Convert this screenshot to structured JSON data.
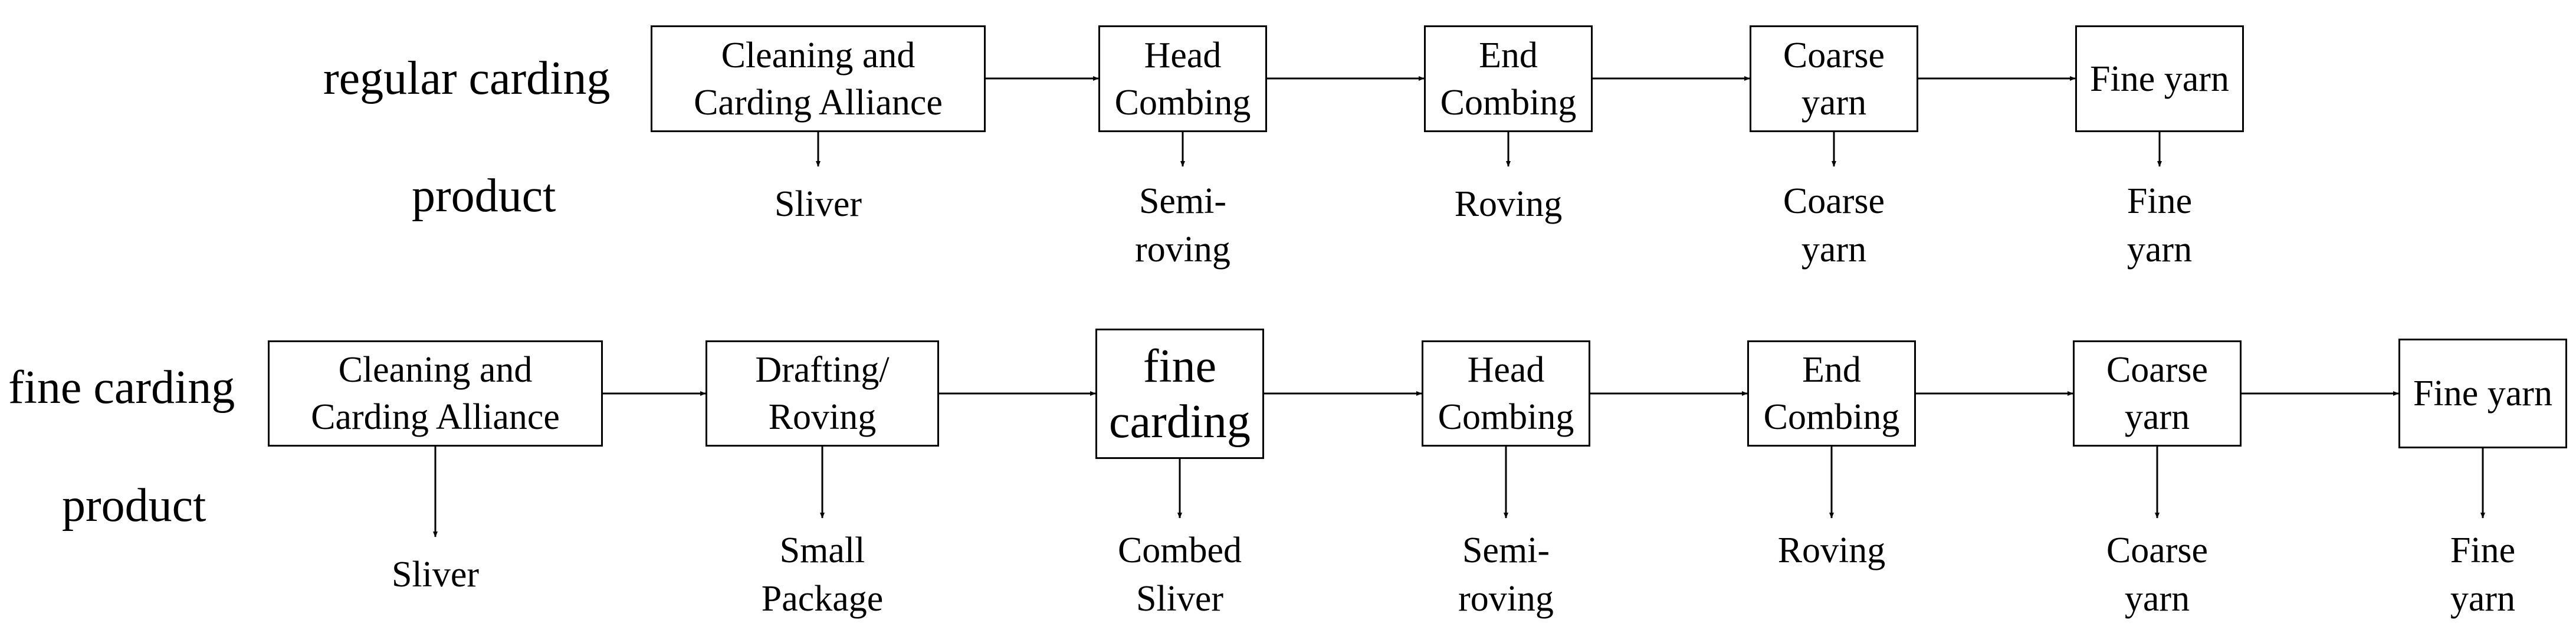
{
  "rows": [
    {
      "label": "regular carding",
      "product_label": "product",
      "steps": [
        {
          "lines": [
            "Cleaning and",
            "Carding Alliance"
          ],
          "product": [
            "Sliver"
          ]
        },
        {
          "lines": [
            "Head",
            "Combing"
          ],
          "product": [
            "Semi-",
            "roving"
          ]
        },
        {
          "lines": [
            "End",
            "Combing"
          ],
          "product": [
            "Roving"
          ]
        },
        {
          "lines": [
            "Coarse",
            "yarn"
          ],
          "product": [
            "Coarse",
            "yarn"
          ]
        },
        {
          "lines": [
            "Fine yarn"
          ],
          "product": [
            "Fine",
            "yarn"
          ]
        }
      ]
    },
    {
      "label": "fine carding",
      "product_label": "product",
      "steps": [
        {
          "lines": [
            "Cleaning and",
            "Carding Alliance"
          ],
          "product": [
            "Sliver"
          ]
        },
        {
          "lines": [
            "Drafting/",
            "Roving"
          ],
          "product": [
            "Small",
            "Package"
          ]
        },
        {
          "lines": [
            "fine",
            "carding"
          ],
          "product": [
            "Combed",
            "Sliver"
          ]
        },
        {
          "lines": [
            "Head",
            "Combing"
          ],
          "product": [
            "Semi-",
            "roving"
          ]
        },
        {
          "lines": [
            "End",
            "Combing"
          ],
          "product": [
            "Roving"
          ]
        },
        {
          "lines": [
            "Coarse",
            "yarn"
          ],
          "product": [
            "Coarse",
            "yarn"
          ]
        },
        {
          "lines": [
            "Fine yarn"
          ],
          "product": [
            "Fine",
            "yarn"
          ]
        }
      ]
    }
  ]
}
